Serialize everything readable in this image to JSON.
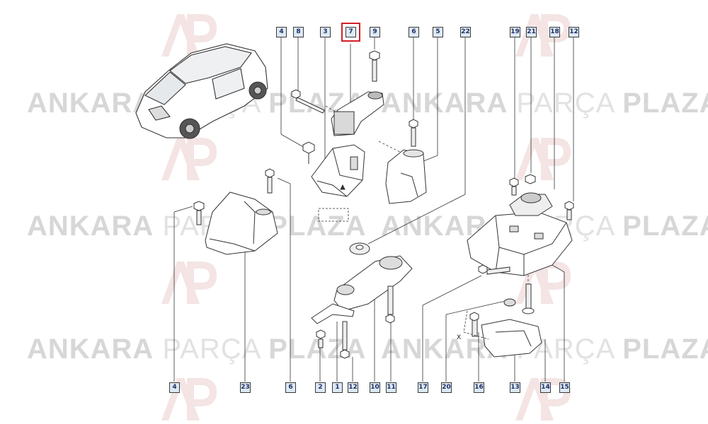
{
  "watermark": {
    "brand_bold_1": "ANKARA",
    "brand_light": "PARÇA",
    "brand_bold_2": "PLAZA",
    "logo_letters": "AP"
  },
  "diagram": {
    "selected_callout": "7",
    "callouts_top": [
      "4",
      "8",
      "3",
      "7",
      "9",
      "6",
      "5",
      "22",
      "19",
      "21",
      "18",
      "12"
    ],
    "callouts_bottom": [
      "4",
      "23",
      "6",
      "2",
      "1",
      "12",
      "10",
      "11",
      "17",
      "20",
      "16",
      "13",
      "14",
      "15"
    ],
    "axis_x_label": "X"
  }
}
